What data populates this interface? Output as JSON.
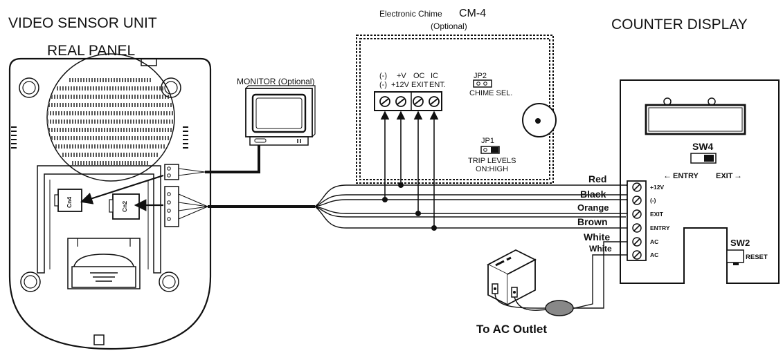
{
  "titles": {
    "video_sensor_unit": "VIDEO SENSOR UNIT",
    "real_panel": "REAL PANEL",
    "counter_display": "COUNTER DISPLAY",
    "monitor": "MONITOR (Optional)",
    "chime_title": "Electronic Chime",
    "chime_model": "CM-4",
    "chime_optional": "(Optional)",
    "ac_outlet": "To AC Outlet"
  },
  "sensor_connectors": {
    "cn4": "Cn4",
    "cn2": "Cn2"
  },
  "chime": {
    "terminal_labels_row1": [
      "(-)",
      "+V",
      "OC",
      "IC"
    ],
    "terminal_labels_row2": [
      "(-)",
      "+12V",
      "EXIT",
      "ENT."
    ],
    "jp2": "JP2",
    "jp2_caption": "CHIME SEL.",
    "jp1": "JP1",
    "jp1_caption_1": "TRIP LEVELS",
    "jp1_caption_2": "ON:HIGH"
  },
  "wires": [
    "Red",
    "Black",
    "Orange",
    "Brown",
    "White",
    "White"
  ],
  "counter": {
    "sw4": "SW4",
    "entry": "ENTRY",
    "exit": "EXIT",
    "terminals": [
      "+12V",
      "(-)",
      "EXIT",
      "ENTRY",
      "AC",
      "AC"
    ],
    "sw2": "SW2",
    "reset": "RESET"
  }
}
